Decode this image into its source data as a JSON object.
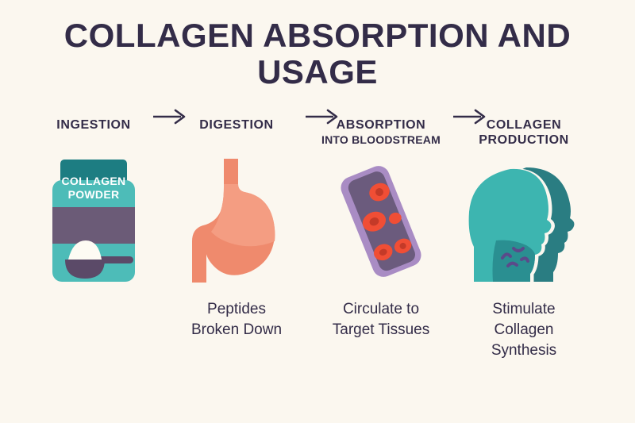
{
  "page": {
    "background_color": "#fbf7ef",
    "text_color": "#332c48",
    "accent_teal": "#45b6b0",
    "accent_dark_teal": "#1d7d82",
    "accent_purple": "#6b5b77",
    "accent_salmon": "#ef8a6d",
    "accent_red": "#f04e35",
    "accent_light_purple": "#a98cc4",
    "accent_white": "#ffffff"
  },
  "title": {
    "line1": "COLLAGEN ABSORPTION AND",
    "line2": "USAGE"
  },
  "steps": [
    {
      "id": "ingestion",
      "heading": "INGESTION",
      "heading_sub": "",
      "caption_lines": [],
      "icon": "collagen-powder-jar-icon",
      "jar_label_line1": "COLLAGEN",
      "jar_label_line2": "POWDER"
    },
    {
      "id": "digestion",
      "heading": "DIGESTION",
      "heading_sub": "",
      "caption_lines": [
        "Peptides",
        "Broken Down"
      ],
      "icon": "stomach-icon"
    },
    {
      "id": "absorption",
      "heading": "ABSORPTION",
      "heading_sub": "INTO BLOODSTREAM",
      "caption_lines": [
        "Circulate to",
        "Target Tissues"
      ],
      "icon": "blood-vessel-icon"
    },
    {
      "id": "production",
      "heading": "COLLAGEN",
      "heading_sub": "PRODUCTION",
      "caption_lines": [
        "Stimulate",
        "Collagen",
        "Synthesis"
      ],
      "icon": "head-profiles-icon"
    }
  ],
  "arrows": [
    {
      "id": "arrow-1",
      "glyph": "arrow-right-icon"
    },
    {
      "id": "arrow-2",
      "glyph": "arrow-right-icon"
    },
    {
      "id": "arrow-3",
      "glyph": "arrow-right-icon"
    }
  ]
}
